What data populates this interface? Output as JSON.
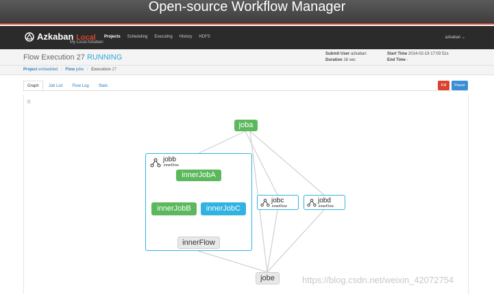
{
  "banner": {
    "title": "Open-source Workflow Manager"
  },
  "navbar": {
    "brand": "Azkaban",
    "brand_local": "Local",
    "brand_sub": "My Local Azkaban",
    "items": [
      {
        "label": "Projects",
        "active": true
      },
      {
        "label": "Scheduling",
        "active": false
      },
      {
        "label": "Executing",
        "active": false
      },
      {
        "label": "History",
        "active": false
      },
      {
        "label": "HDFS",
        "active": false
      }
    ],
    "user": "azkaban ⌄"
  },
  "execution": {
    "title": "Flow Execution 27",
    "status": "RUNNING",
    "submit_user_label": "Submit User",
    "submit_user": "azkaban",
    "duration_label": "Duration",
    "duration": "16 sec",
    "start_time_label": "Start Time",
    "start_time": "2014-02-19 17:03 51s",
    "end_time_label": "End Time",
    "end_time": "-"
  },
  "breadcrumb": {
    "project_label": "Project",
    "project": "embedded",
    "flow_label": "Flow",
    "flow": "jobe",
    "execution_label": "Execution",
    "execution": "27"
  },
  "tabs": [
    "Graph",
    "Job List",
    "Flow Log",
    "Stats"
  ],
  "actions": {
    "kill": "Kill",
    "pause": "Pause"
  },
  "graph": {
    "nodes": {
      "joba": "joba",
      "jobb": "jobb",
      "jobb_sub": "innerFlow",
      "innerJobA": "innerJobA",
      "innerJobB": "innerJobB",
      "innerJobC": "innerJobC",
      "innerFlow": "innerFlow",
      "jobc": "jobc",
      "jobc_sub": "innerFlow",
      "jobd": "jobd",
      "jobd_sub": "innerFlow",
      "jobe": "jobe"
    }
  },
  "watermark": "https://blog.csdn.net/weixin_42072754",
  "colors": {
    "success": "#5cb85c",
    "running": "#2fb3e0",
    "ready": "#e8e8e8",
    "danger": "#d9432f",
    "primary": "#3a8ed6"
  }
}
